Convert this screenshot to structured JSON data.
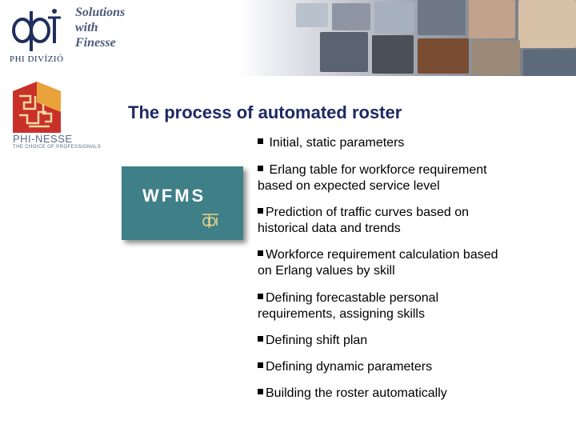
{
  "header": {
    "tagline": [
      "Solutions",
      "with",
      "Finesse"
    ],
    "division": "PHI DIVÍZIÓ"
  },
  "brand": {
    "name": "PHI-NESSE",
    "subtitle": "THE CHOICE OF PROFESSIONALS"
  },
  "slide": {
    "title": "The process of automated roster",
    "wfms_label": "WFMS"
  },
  "bullets": [
    {
      "marker": "n",
      "lines": [
        "Initial, static parameters"
      ]
    },
    {
      "marker": "n",
      "lines": [
        "Erlang table for workforce requirement",
        "based on expected service level"
      ]
    },
    {
      "marker": "n",
      "lines": [
        "Prediction of traffic curves based on",
        "historical data and trends"
      ]
    },
    {
      "marker": "n",
      "lines": [
        "Workforce requirement calculation based",
        "on Erlang values by skill"
      ]
    },
    {
      "marker": "n",
      "lines": [
        "Defining forecastable personal",
        "requirements, assigning skills"
      ]
    },
    {
      "marker": "n",
      "lines": [
        "Defining shift plan"
      ]
    },
    {
      "marker": "n",
      "lines": [
        "Defining dynamic parameters"
      ]
    },
    {
      "marker": "n",
      "lines": [
        "Building the roster automatically"
      ]
    }
  ],
  "colors": {
    "title": "#1c2a63",
    "wfms_box": "#3f7f87",
    "logo_navy": "#1f2f5c",
    "nesse_red": "#c8312a",
    "nesse_orange": "#e8a33a"
  }
}
